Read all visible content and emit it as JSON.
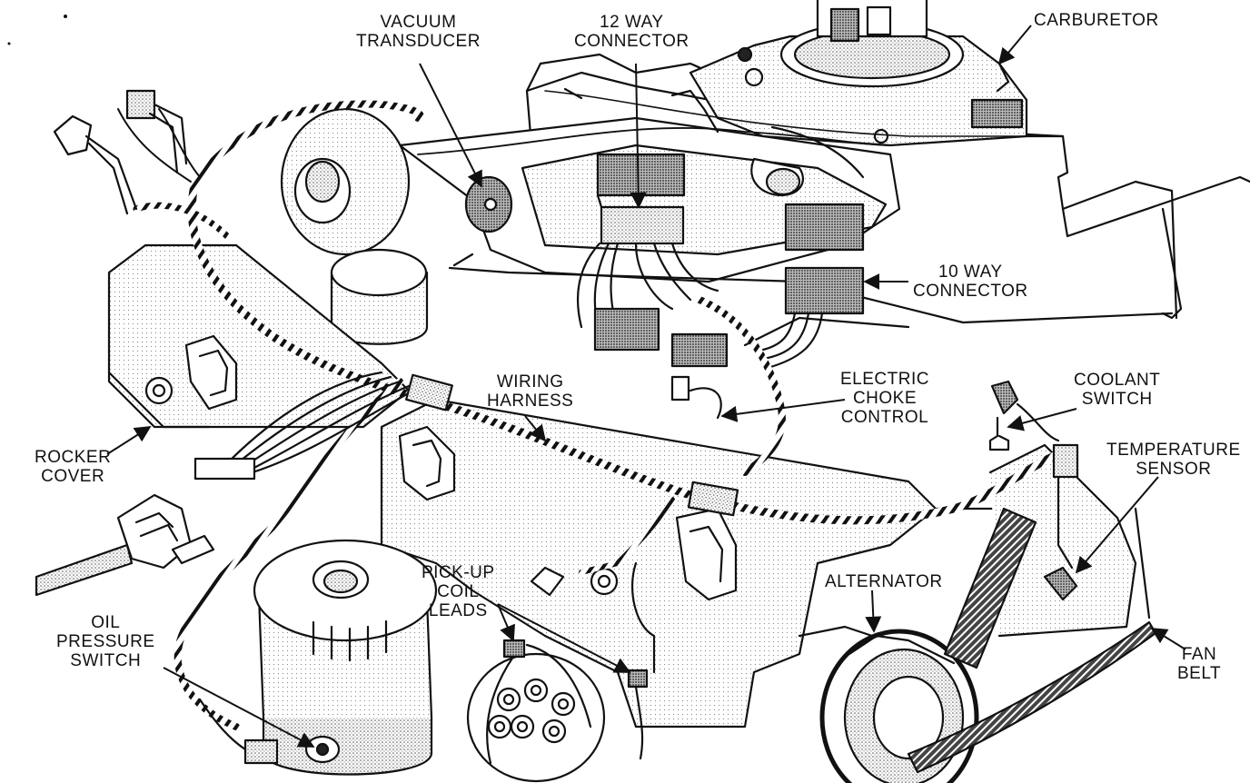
{
  "diagram": {
    "labels": {
      "vacuum_transducer": [
        "VACUUM",
        "TRANSDUCER"
      ],
      "twelve_way_connector": [
        "12 WAY",
        "CONNECTOR"
      ],
      "carburetor": [
        "CARBURETOR"
      ],
      "ten_way_connector": [
        "10 WAY",
        "CONNECTOR"
      ],
      "wiring_harness": [
        "WIRING",
        "HARNESS"
      ],
      "electric_choke_control": [
        "ELECTRIC",
        "CHOKE",
        "CONTROL"
      ],
      "coolant_switch": [
        "COOLANT",
        "SWITCH"
      ],
      "temperature_sensor": [
        "TEMPERATURE",
        "SENSOR"
      ],
      "rocker_cover": [
        "ROCKER",
        "COVER"
      ],
      "pick_up_coil_leads": [
        "PICK-UP",
        "COIL",
        "LEADS"
      ],
      "alternator": [
        "ALTERNATOR"
      ],
      "oil_pressure_switch": [
        "OIL",
        "PRESSURE",
        "SWITCH"
      ],
      "fan_belt": [
        "FAN",
        "BELT"
      ]
    },
    "colors": {
      "ink": "#111111",
      "stipple": "#9a9a9a",
      "background": "#ffffff"
    }
  }
}
